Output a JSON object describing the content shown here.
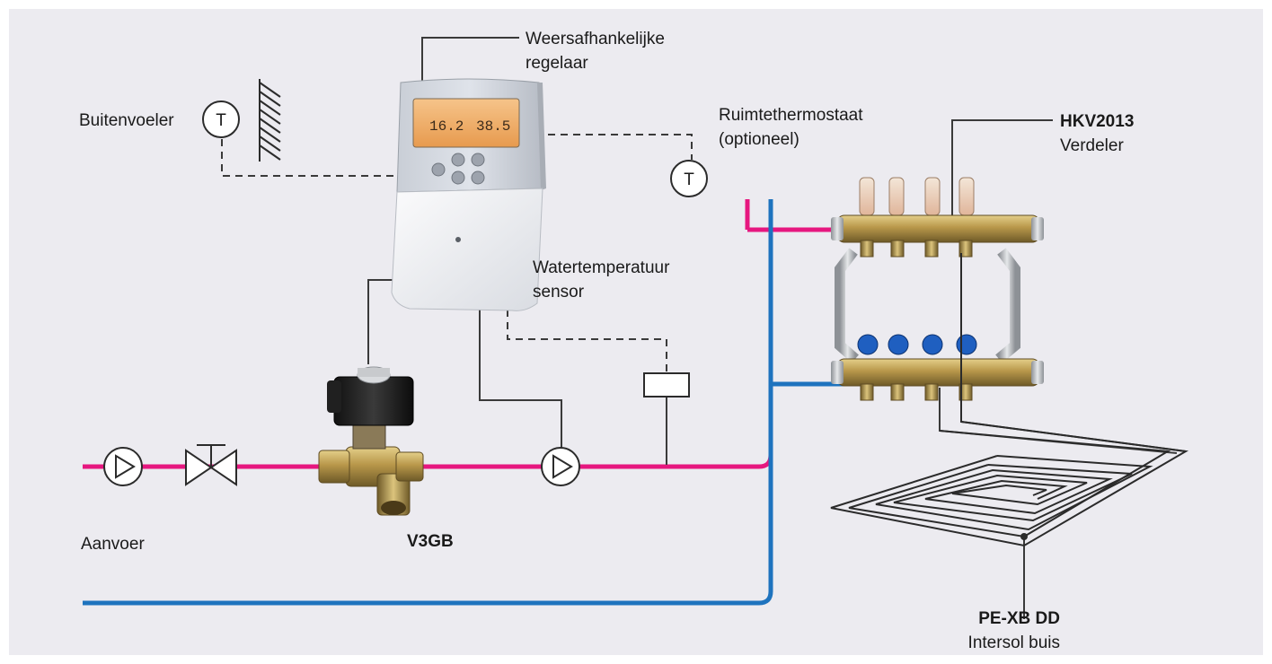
{
  "colors": {
    "background": "#ecebf0",
    "supply_pipe": "#e6177f",
    "return_pipe": "#1e73be",
    "wire": "#2b2b2b",
    "brass": "#b89a4e",
    "valve_knob": "#1f5fc0"
  },
  "labels": {
    "controller_line1": "Weersafhankelijke",
    "controller_line2": "regelaar",
    "outdoor_sensor": "Buitenvoeler",
    "room_thermostat_line1": "Ruimtethermostaat",
    "room_thermostat_line2": "(optioneel)",
    "manifold_model": "HKV2013",
    "manifold_name": "Verdeler",
    "water_sensor_line1": "Watertemperatuur",
    "water_sensor_line2": "sensor",
    "supply": "Aanvoer",
    "valve_model": "V3GB",
    "pipe_model": "PE-XB DD",
    "pipe_name": "Intersol buis"
  },
  "icons": {
    "sensor_symbol": "T",
    "pump_icon": "pump-icon",
    "valve_icon": "gate-valve-icon",
    "wall_icon": "wall-hatch-icon"
  },
  "display": {
    "value_left": "16.2",
    "value_right": "38.5"
  }
}
